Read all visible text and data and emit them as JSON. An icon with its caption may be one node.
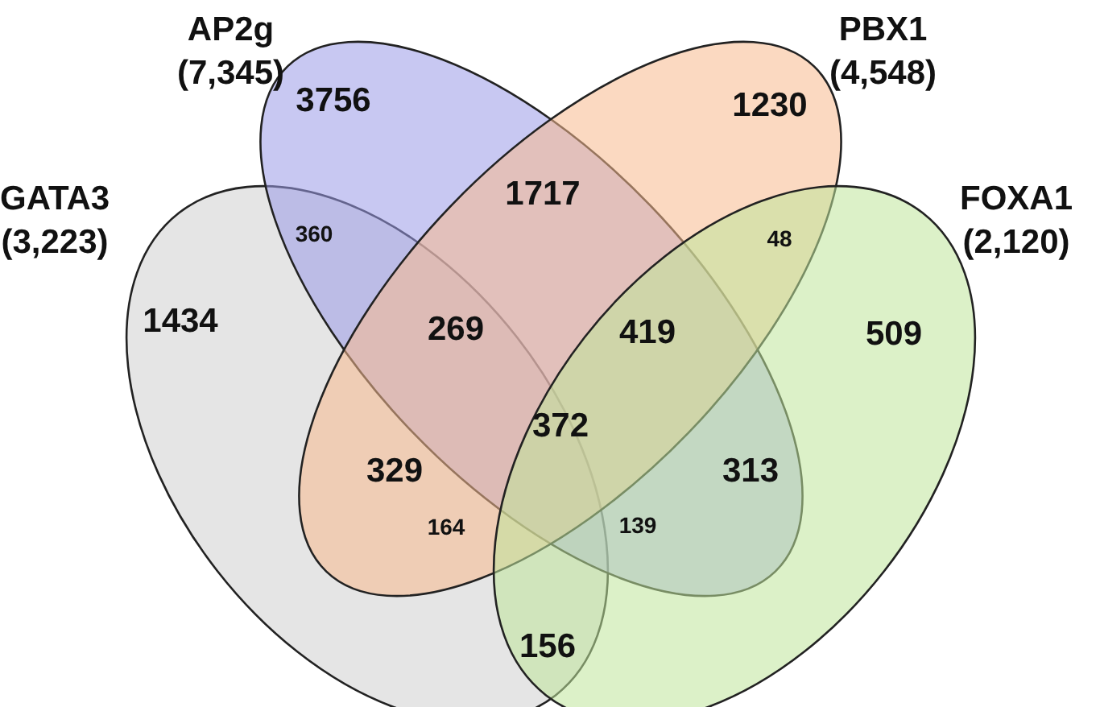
{
  "diagram": {
    "nodes": [
      {
        "text": [
          "AP2g",
          "(7,345)"
        ]
      },
      {
        "text": [
          "PBX1",
          "(4,548)"
        ]
      },
      {
        "text": [
          "GATA3",
          "(3,223)"
        ]
      },
      {
        "text": [
          "FOXA1",
          "(2,120)"
        ]
      }
    ],
    "labels": [
      "3756",
      "1230",
      "1717",
      "360",
      "48",
      "1434",
      "269",
      "419",
      "509",
      "372",
      "329",
      "313",
      "164",
      "139",
      "156"
    ]
  }
}
